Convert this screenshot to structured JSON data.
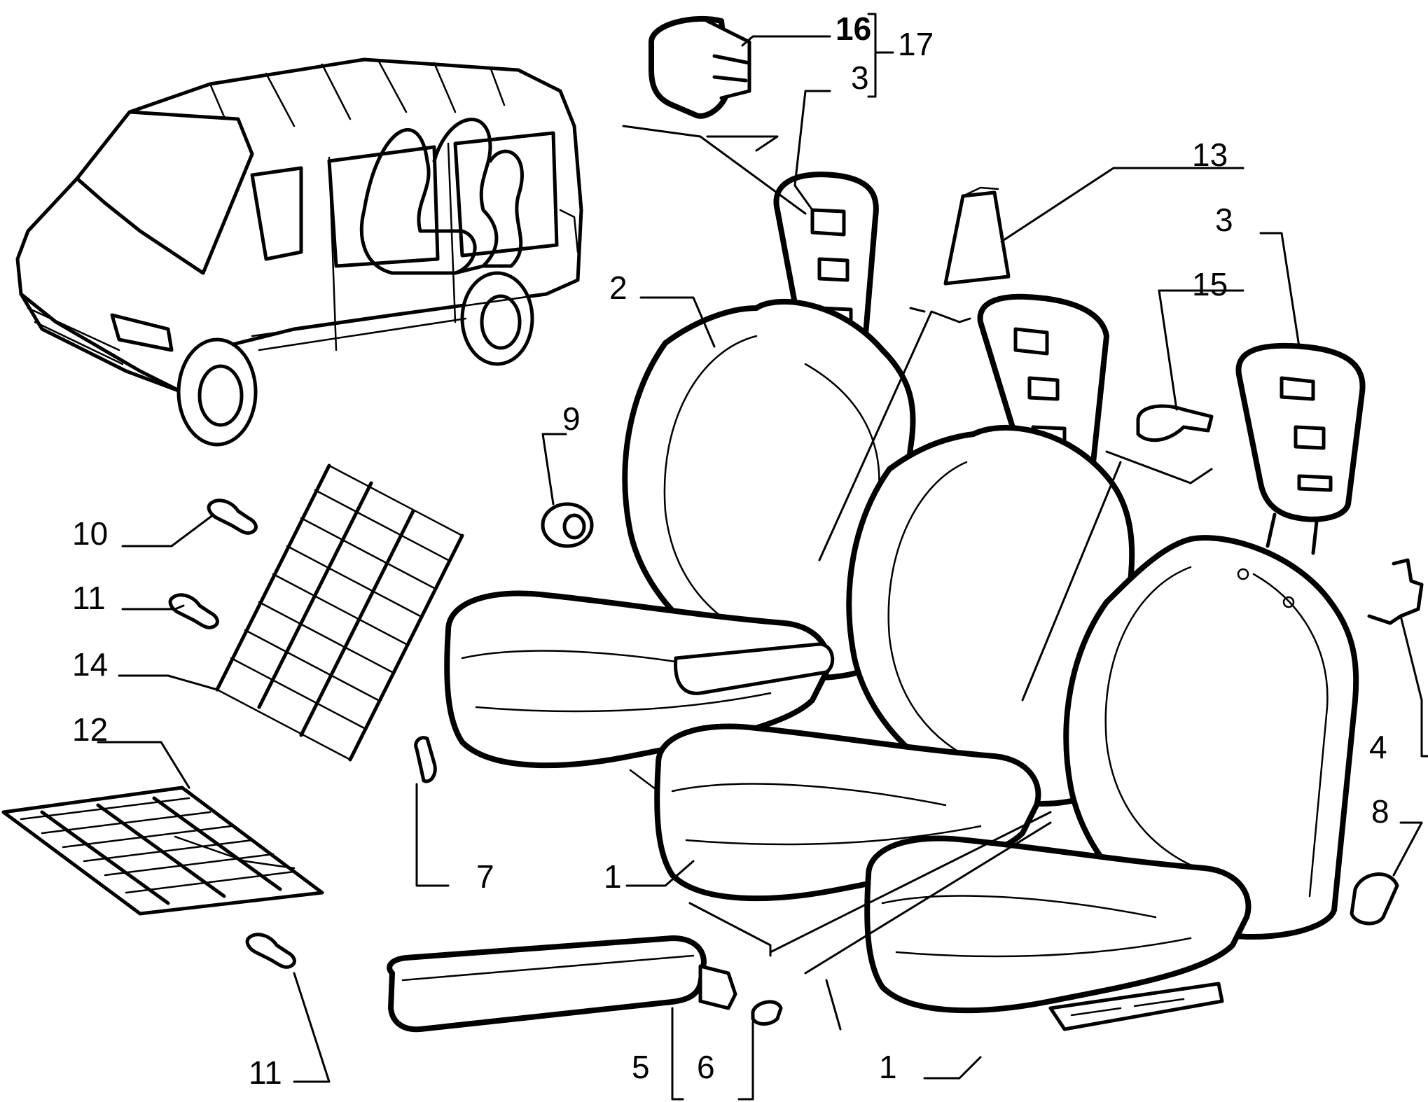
{
  "callouts": {
    "c16": "16",
    "c17": "17",
    "c3_top": "3",
    "c13": "13",
    "c3_right": "3",
    "c15": "15",
    "c2": "2",
    "c9": "9",
    "c10": "10",
    "c11_a": "11",
    "c14": "14",
    "c12": "12",
    "c4": "4",
    "c8": "8",
    "c7": "7",
    "c1_mid": "1",
    "c1_bottom": "1",
    "c5": "5",
    "c6": "6",
    "c11_b": "11"
  }
}
